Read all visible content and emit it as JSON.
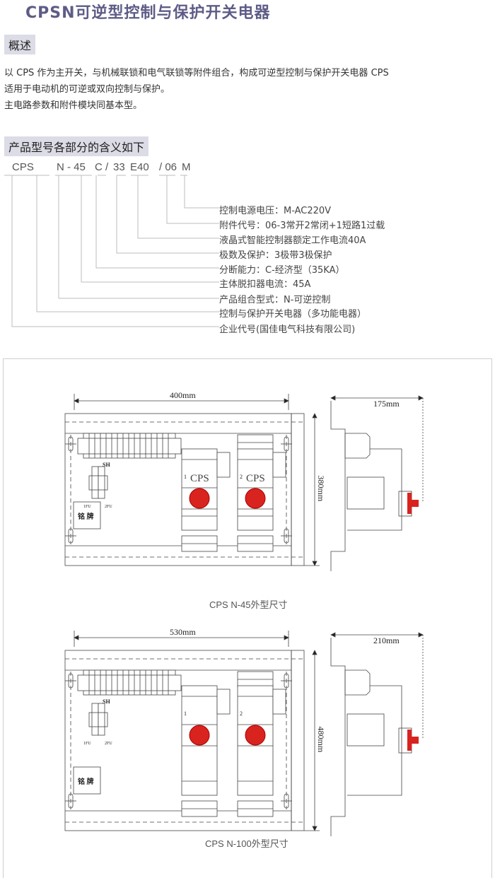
{
  "title": "CPSN可逆型控制与保护开关电器",
  "overview": {
    "heading": "概述",
    "lines": [
      "以  CPS   作为主开关，与机械联锁和电气联锁等附件组合，构成可逆型控制与保护开关电器 CPS",
      "适用于电动机的可逆或双向控制与保护。",
      "主电路参数和附件模块同基本型。"
    ]
  },
  "model_section": {
    "heading": "产品型号各部分的含义如下",
    "code_parts": [
      "CPS",
      "N - 45",
      "C /",
      "33",
      "E40",
      "/ 06",
      "M"
    ],
    "meanings": [
      "控制电源电压：M-AC220V",
      "附件代号：06-3常开2常闭+1短路1过载",
      "液晶式智能控制器额定工作电流40A",
      "极数及保护：3极带3极保护",
      "分断能力：C-经济型（35KA）",
      "主体脱扣器电流：45A",
      "产品组合型式：N-可逆控制",
      "控制与保护开关电器（多功能电器）",
      "企业代号(国佳电气科技有限公司)"
    ]
  },
  "drawings": [
    {
      "width_label": "400mm",
      "height_label": "380mm",
      "depth_label": "175mm",
      "terminal_label": "SH",
      "fuse_labels": [
        "1FU",
        "2FU"
      ],
      "unit_labels": [
        "1",
        "2"
      ],
      "unit_brand": "CPS",
      "nameplate": "铭 牌",
      "caption": "CPS N-45外型尺寸"
    },
    {
      "width_label": "530mm",
      "height_label": "480mm",
      "depth_label": "210mm",
      "terminal_label": "SH",
      "fuse_labels": [
        "1FU",
        "2FU"
      ],
      "unit_labels": [
        "1",
        "2"
      ],
      "unit_brand": "",
      "nameplate": "铭 牌",
      "caption": "CPS N-100外型尺寸"
    }
  ],
  "colors": {
    "title": "#5e5c86",
    "section_bg": "#dcdce6",
    "knob_red": "#d9231f"
  }
}
